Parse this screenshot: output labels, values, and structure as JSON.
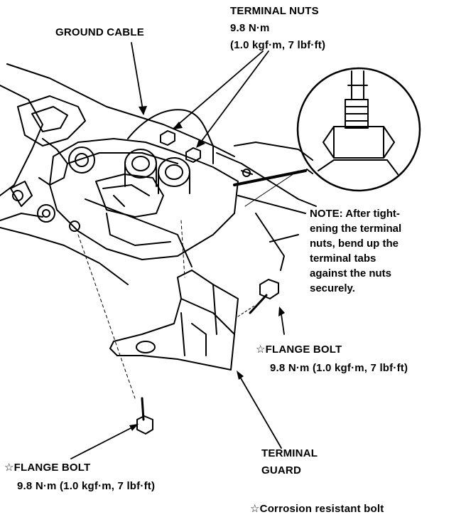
{
  "labels": {
    "terminal_nuts": {
      "title": "TERMINAL NUTS",
      "torque_nm": "9.8 N·m",
      "torque_alt": "(1.0 kgf·m, 7 lbf·ft)"
    },
    "ground_cable": "GROUND CABLE",
    "note_lines": [
      "NOTE:  After tight-",
      "ening the terminal",
      "nuts, bend up the",
      "terminal tabs",
      "against the nuts",
      "securely."
    ],
    "flange_bolt_right": {
      "title": "FLANGE BOLT",
      "torque": "9.8 N·m (1.0 kgf·m, 7 lbf·ft)"
    },
    "flange_bolt_left": {
      "title": "FLANGE BOLT",
      "torque": "9.8 N·m (1.0 kgf·m, 7 lbf·ft)"
    },
    "terminal_guard": [
      "TERMINAL",
      "GUARD"
    ],
    "legend": "Corrosion resistant bolt",
    "star_symbol": "☆"
  }
}
